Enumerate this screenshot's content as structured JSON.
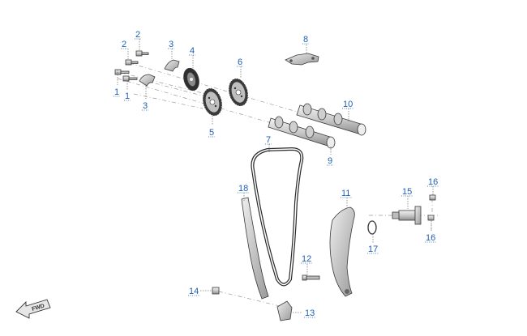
{
  "diagram": {
    "callouts": {
      "c1a": "1",
      "c1b": "1",
      "c2a": "2",
      "c2b": "2",
      "c3a": "3",
      "c3b": "3",
      "c4": "4",
      "c5": "5",
      "c6": "6",
      "c7": "7",
      "c8": "8",
      "c9": "9",
      "c10": "10",
      "c11": "11",
      "c12": "12",
      "c13": "13",
      "c14": "14",
      "c15": "15",
      "c16a": "16",
      "c16b": "16",
      "c17": "17",
      "c18": "18"
    },
    "fwd_label": "FWD",
    "colors": {
      "callout": "#1f5fb3",
      "line": "#3b3b3b",
      "part_fill": "#d9d9d9"
    }
  }
}
